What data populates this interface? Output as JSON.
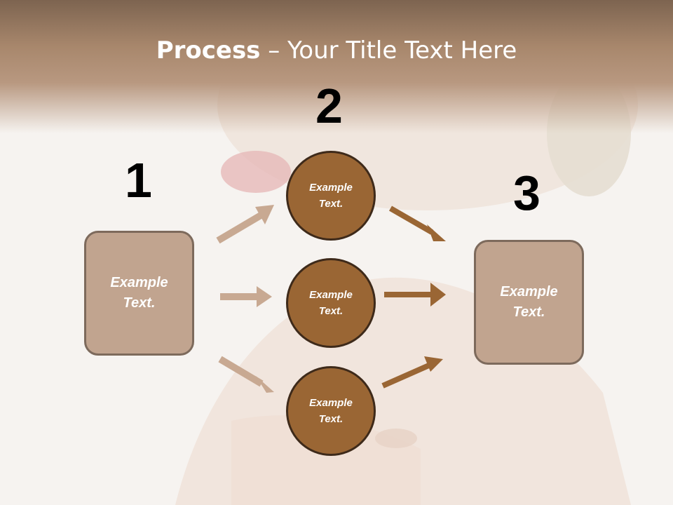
{
  "title": {
    "bold": "Process",
    "rest": " – Your Title Text Here"
  },
  "steps": [
    {
      "number": "1",
      "box_text": "Example\nText."
    },
    {
      "number": "2"
    },
    {
      "number": "3",
      "box_text": "Example\nText."
    }
  ],
  "circles": [
    {
      "text": "Example\nText."
    },
    {
      "text": "Example\nText."
    },
    {
      "text": "Example\nText."
    }
  ],
  "colors": {
    "header": "#a8876c",
    "box_fill": "#c1a48f",
    "box_border": "#7d6a5c",
    "circle_fill": "#9a6634",
    "circle_border": "#3e2a1a",
    "arrow_light": "#c8a992",
    "arrow_dark": "#9a6634"
  }
}
